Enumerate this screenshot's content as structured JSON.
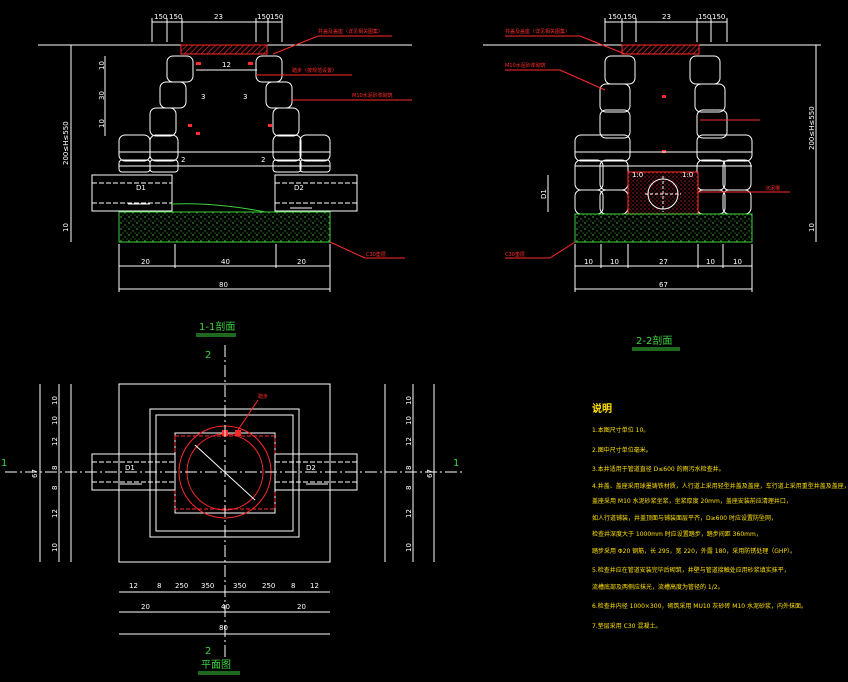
{
  "section11": {
    "dims_top": [
      "150",
      "150",
      "23",
      "150",
      "150"
    ],
    "dims_left": [
      "10",
      "30",
      "10"
    ],
    "dim_depth": "200≤H≤550",
    "dim_slab": "10",
    "dims_bottom": [
      "20",
      "40",
      "20"
    ],
    "dim_total": "80",
    "inner_12": "12",
    "inner_3": "3",
    "inner_2": "2",
    "pipe_in": "D1",
    "pipe_out": "D2",
    "callouts": [
      "井盖及盖座（详见相关图集）",
      "踏步（按规范设置）",
      "M10水泥砂浆砌筑",
      "C30垫层"
    ]
  },
  "section22": {
    "dims_top": [
      "150",
      "150",
      "23",
      "150",
      "150"
    ],
    "dim_depth": "200≤H≤550",
    "dim_slab": "10",
    "dim_d1": "D1",
    "dims_bottom": [
      "10",
      "10",
      "27",
      "10",
      "10"
    ],
    "dim_total": "67",
    "inner_10": [
      "1:0",
      "1:0"
    ],
    "callouts": [
      "井盖及盖座（详见相关图集）",
      "M10水泥砂浆砌筑",
      "C30垫层",
      "沉泥槽"
    ],
    "title": "2-2剖面"
  },
  "plan": {
    "section_label": "1-1剖面",
    "cut_1": "1",
    "cut_2": "2",
    "dims_left": [
      "10",
      "10",
      "12",
      "8",
      "8",
      "12",
      "10"
    ],
    "dims_right": [
      "10",
      "10",
      "12",
      "8",
      "8",
      "12",
      "10"
    ],
    "dim_side": "67",
    "dims_bottom": [
      "12",
      "8",
      "250",
      "350",
      "350",
      "250",
      "8",
      "12"
    ],
    "dims_bottom2": [
      "20",
      "40",
      "20"
    ],
    "dim_total": "80",
    "pipe_in": "D1",
    "pipe_out": "D2",
    "callout": "踏步",
    "title": "平面图"
  },
  "notes": {
    "heading": "说明",
    "items": [
      "1.本图尺寸单位 10。",
      "2.图中尺寸单位毫米。",
      "3.本井适用于管道直径 D≤600 的雨污水检查井。",
      "4.井盖、盖座采用球墨铸铁材质，人行道上采用轻型井盖及盖座，车行道上采用重型井盖及盖座，井盖与路面平齐，",
      "  盖座采用 M10 水泥砂浆坐浆，坐浆厚度 20mm，盖座安装前应清理井口，",
      "  如人行道铺装，井盖顶面与铺装面层平齐，D≥600 时应设置防坠网，",
      "  检查井深度大于 1000mm 时应设置踏步，踏步间距 360mm，",
      "  踏步采用 Φ20 钢筋，长 295，宽 220，外露 180，采用防锈处理（GHP）。",
      "5.检查井应在管道安装完毕后砌筑，井壁与管道接触处应用砂浆填实抹平，",
      "  流槽底部及两侧应抹光，流槽高度为管径的 1/2。",
      "6.检查井内径 1000×300，砌筑采用 MU10 灰砂砖 M10 水泥砂浆，内外抹面。",
      "7.垫层采用 C30 混凝土。"
    ]
  }
}
